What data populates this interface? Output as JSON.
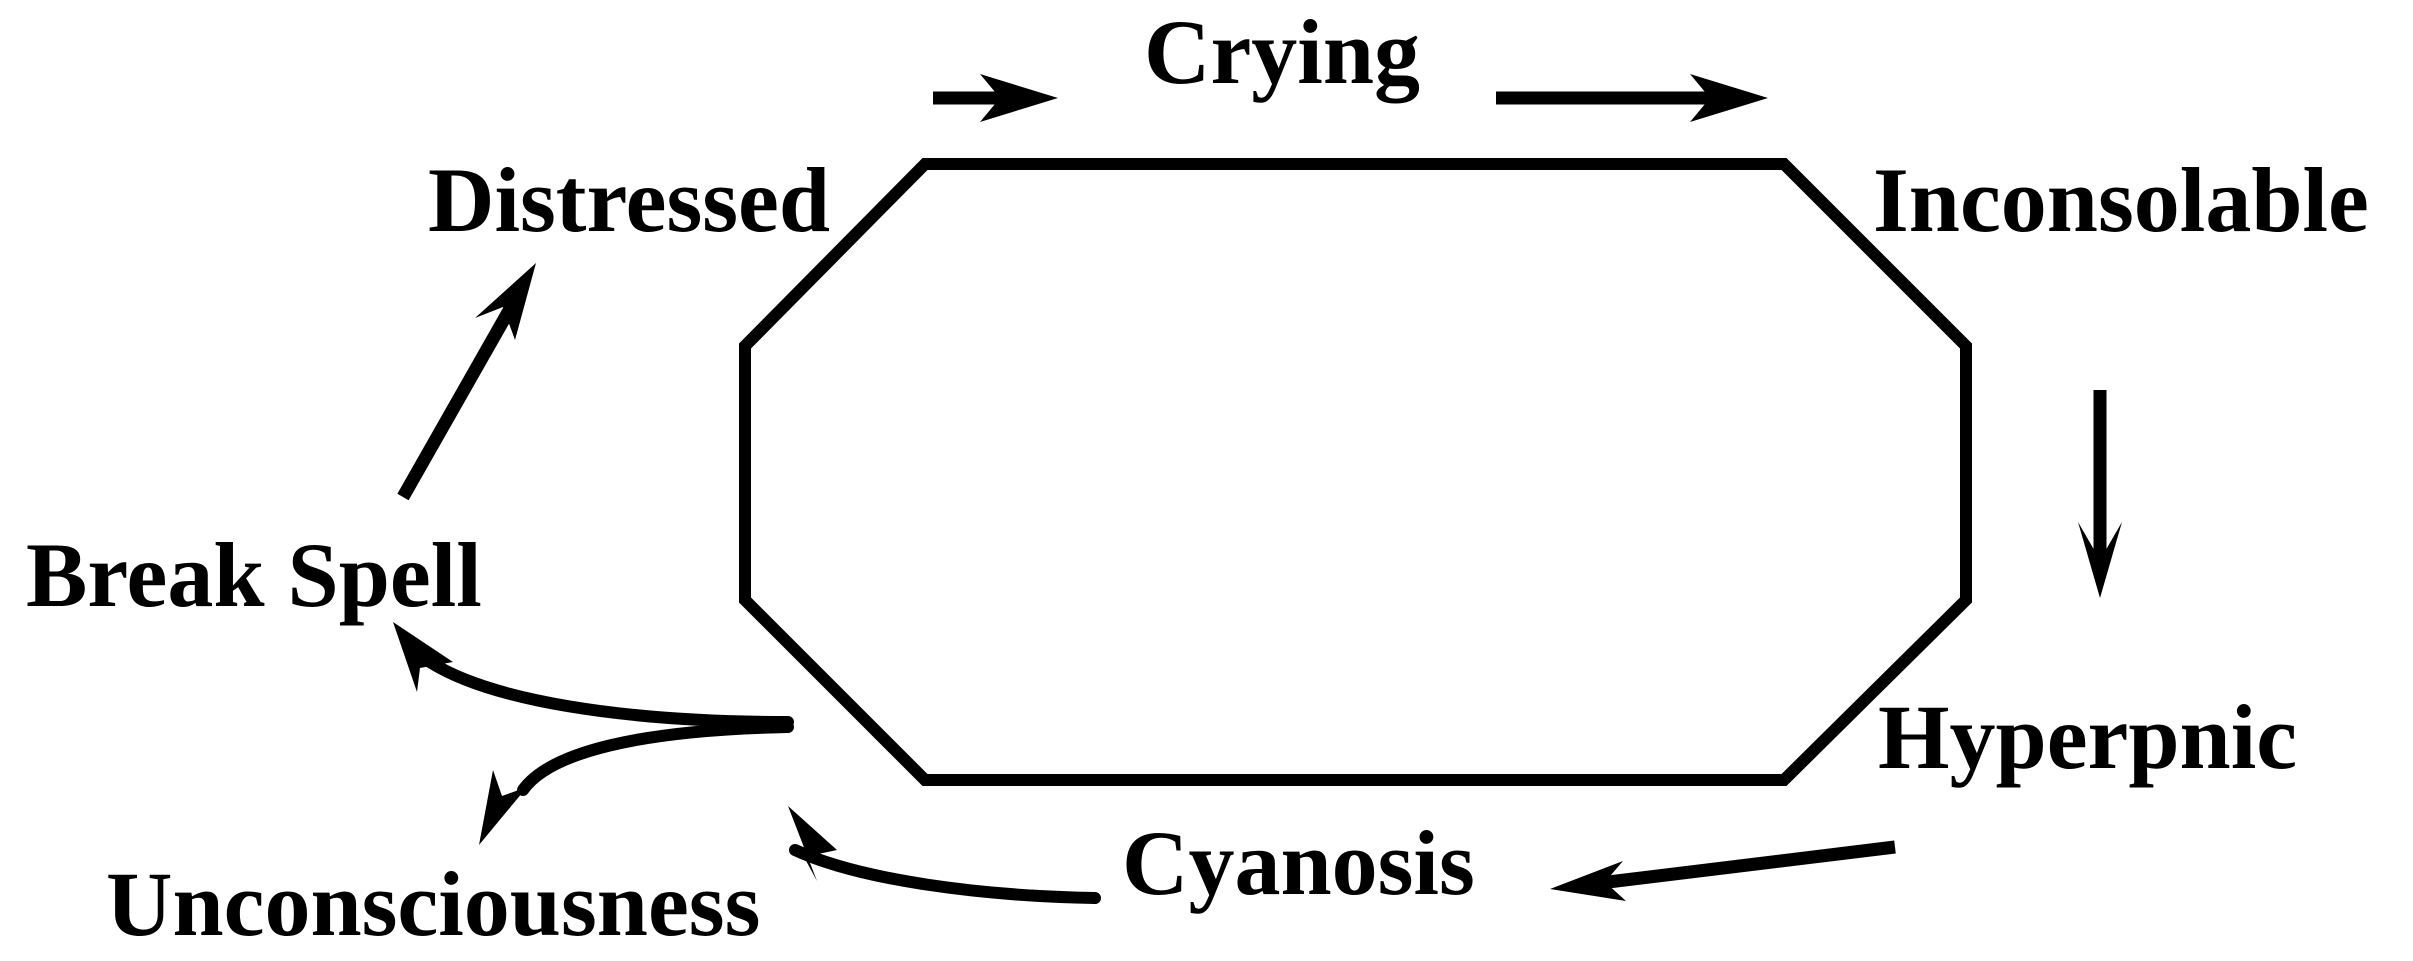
{
  "nodes": {
    "crying": "Crying",
    "distressed": "Distressed",
    "inconsolable": "Inconsolable",
    "hyperpnic": "Hyperpnic",
    "cyanosis": "Cyanosis",
    "break_spell": "Break Spell",
    "unconsciousness": "Unconsciousness"
  },
  "edges": [
    {
      "from": "distressed",
      "to": "crying"
    },
    {
      "from": "crying",
      "to": "inconsolable"
    },
    {
      "from": "inconsolable",
      "to": "hyperpnic"
    },
    {
      "from": "hyperpnic",
      "to": "cyanosis"
    },
    {
      "from": "cyanosis",
      "to": "unconsciousness"
    },
    {
      "from": "unconsciousness",
      "to": "break_spell"
    },
    {
      "from": "unconsciousness",
      "to": "unconsciousness"
    },
    {
      "from": "break_spell",
      "to": "distressed"
    }
  ],
  "colors": {
    "stroke": "#000000",
    "background": "#ffffff"
  }
}
